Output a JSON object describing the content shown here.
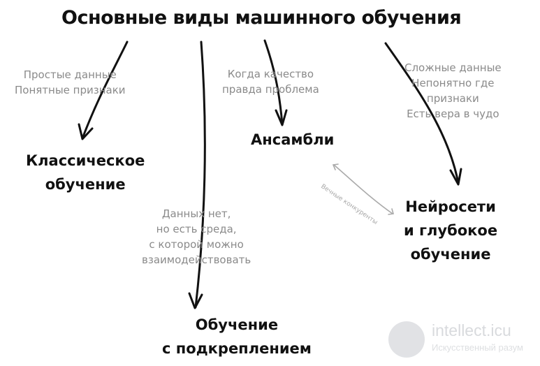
{
  "title": "Основные виды машинного обучения",
  "nodes": {
    "classic": "Классическое\nобучение",
    "ensembles": "Ансамбли",
    "neural": "Нейросети\nи глубокое\nобучение",
    "reinforcement": "Обучение\nс подкреплением"
  },
  "notes": {
    "classic": "Простые данные\nПонятные признаки",
    "ensembles": "Когда качество\nправда проблема",
    "neural": "Сложные данные\nНепонятно где\nпризнаки\nЕсть вера в чудо",
    "reinforcement": "Данных нет,\nно есть среда,\nс которой можно\nвзаимодействовать"
  },
  "rivals_label": "Вечные конкуренты",
  "watermark": {
    "brand": "intellect.icu",
    "subtitle": "Искусственный разум"
  },
  "colors": {
    "ink": "#111111",
    "note": "#8a8a8a",
    "rivals": "#aaaaaa"
  }
}
